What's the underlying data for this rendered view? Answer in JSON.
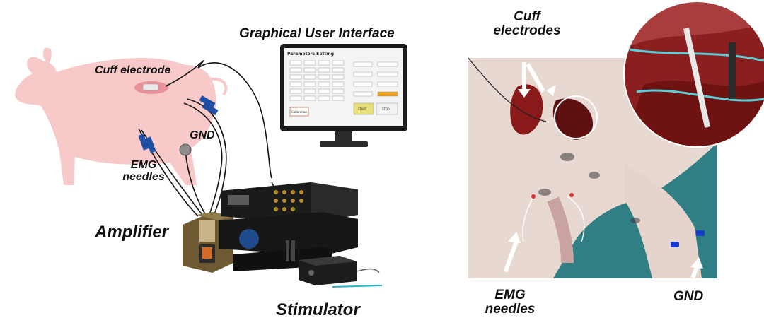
{
  "left_panel": {
    "labels": {
      "cuff_electrode": "Cuff electrode",
      "gnd": "GND",
      "emg_needles_line1": "EMG",
      "emg_needles_line2": "needles",
      "amplifier": "Amplifier",
      "stimulator": "Stimulator",
      "gui": "Graphical User Interface"
    },
    "gui_screen": {
      "title": "Parameters Setting",
      "calibration_button": "Calibration",
      "start_button": "START",
      "stop_button": "STOP"
    },
    "colors": {
      "pig": "#f7c9c9",
      "electrode_blue": "#1f4fa3",
      "wire": "#111111"
    }
  },
  "right_panel": {
    "labels": {
      "cuff_electrodes_line1": "Cuff",
      "cuff_electrodes_line2": "electrodes",
      "emg_needles_line1": "EMG",
      "emg_needles_line2": "needles",
      "gnd": "GND"
    },
    "colors": {
      "drape": "#2f7f84",
      "skin": "#e8d8d2",
      "wound": "#8a1a1a"
    }
  }
}
